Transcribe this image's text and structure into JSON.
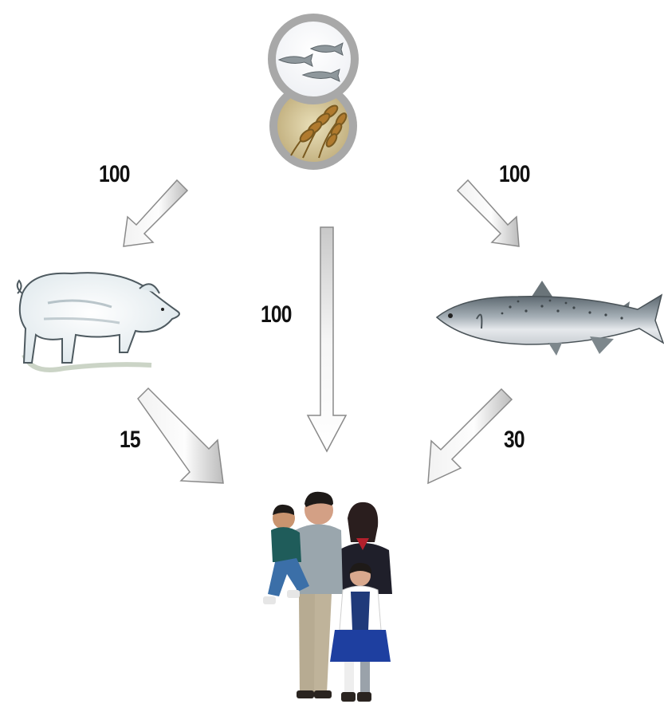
{
  "flows": {
    "source_to_pig": "100",
    "source_to_salmon": "100",
    "source_to_human": "100",
    "pig_to_human": "15",
    "salmon_to_human": "30"
  },
  "nodes": {
    "source": {
      "icon": "fish-and-grain-icon"
    },
    "pig": {
      "icon": "pig-icon"
    },
    "salmon": {
      "icon": "salmon-icon"
    },
    "family": {
      "icon": "family-icon"
    }
  },
  "colors": {
    "arrow_fill_light": "#fafafa",
    "arrow_fill_dark": "#bdbdbd",
    "arrow_stroke": "#8a8a8a",
    "ring": "#a8a8a8"
  }
}
